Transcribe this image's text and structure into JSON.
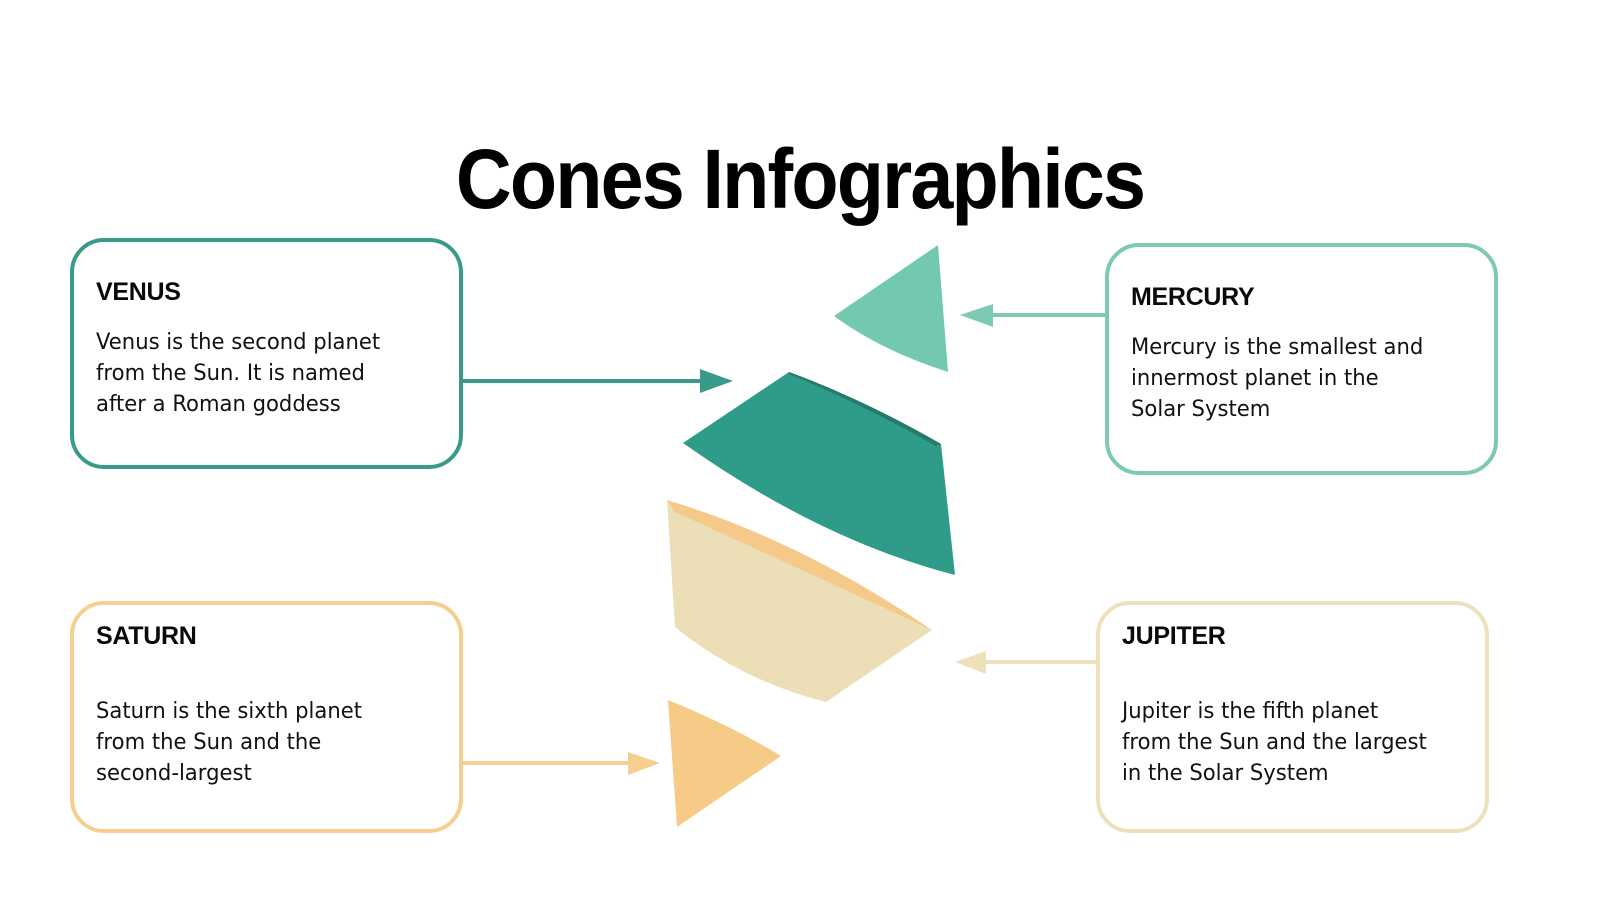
{
  "title": "Cones Infographics",
  "colors": {
    "venus": "#3a9a8a",
    "mercury": "#7dc9b4",
    "saturn": "#f4cf8f",
    "jupiter": "#ede0bb",
    "venus_cone": "#2f9c89",
    "venus_cone_edge": "#257a6b",
    "mercury_cone": "#73c9b0",
    "jupiter_cone": "#ecdfb7",
    "jupiter_cone_edge": "#f5c98a",
    "saturn_cone": "#f6cb87"
  },
  "cards": {
    "venus": {
      "title": "VENUS",
      "body": "Venus is the second planet\nfrom the Sun. It is named\nafter a Roman goddess"
    },
    "mercury": {
      "title": "MERCURY",
      "body": "Mercury is the smallest and\ninnermost planet in the\nSolar System"
    },
    "saturn": {
      "title": "SATURN",
      "body": "Saturn is the sixth planet\nfrom the Sun and the\nsecond-largest"
    },
    "jupiter": {
      "title": "JUPITER",
      "body": "Jupiter is the fifth planet\nfrom the Sun and the largest\nin the Solar System"
    }
  },
  "cone_pieces": [
    {
      "name": "mercury",
      "shape": "cone-tip",
      "color": "#73c9b0"
    },
    {
      "name": "venus",
      "shape": "cone-frustum",
      "color": "#2f9c89"
    },
    {
      "name": "jupiter",
      "shape": "cone-frustum",
      "color": "#ecdfb7"
    },
    {
      "name": "saturn",
      "shape": "cone-tip",
      "color": "#f6cb87"
    }
  ]
}
